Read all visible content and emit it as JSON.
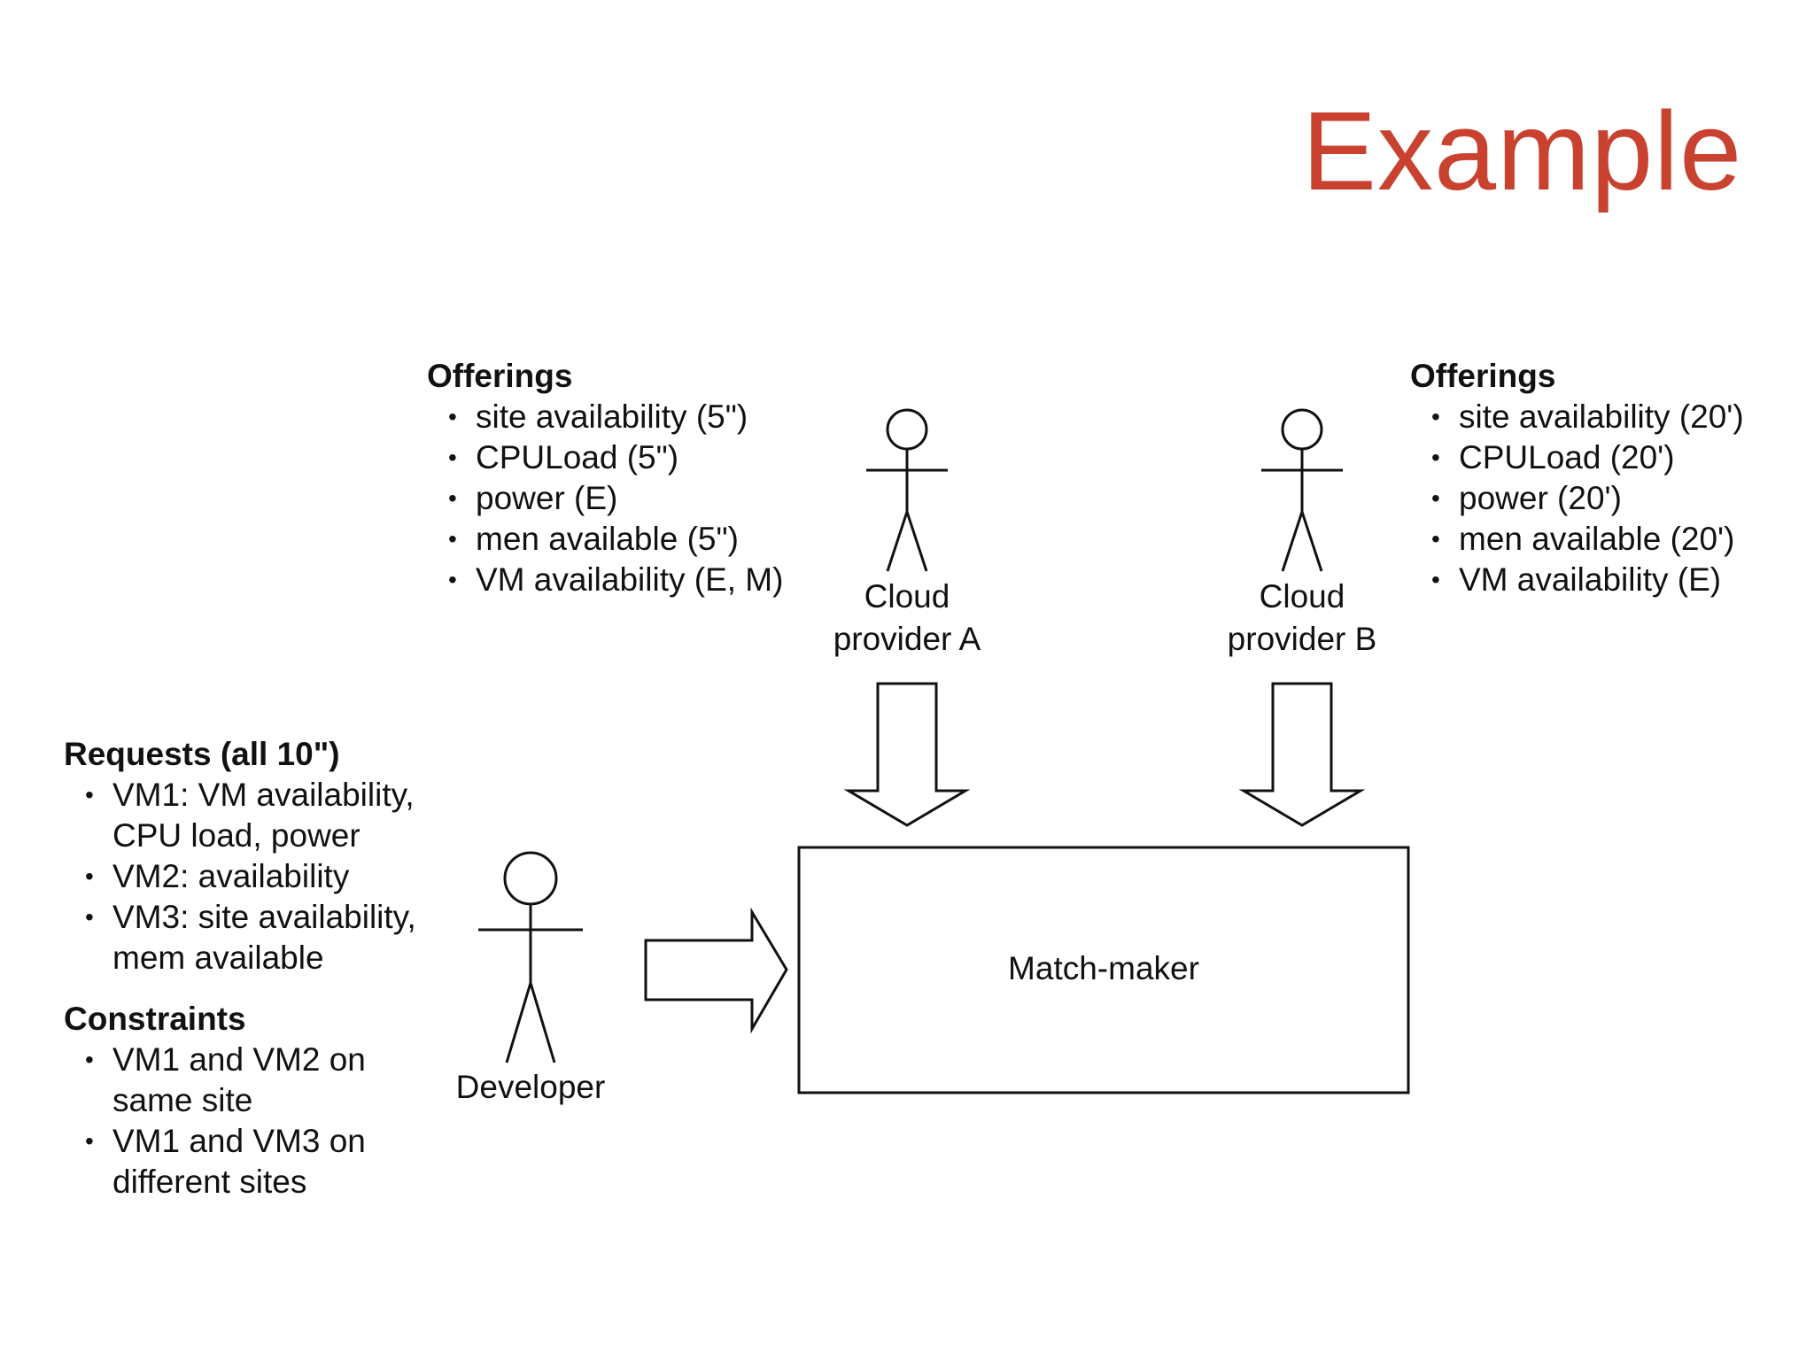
{
  "slide": {
    "title": "Example"
  },
  "offerings_a": {
    "heading": "Offerings",
    "items": [
      "site availability (5\")",
      "CPULoad (5\")",
      "power (E)",
      "men available (5\")",
      "VM availability (E, M)"
    ]
  },
  "offerings_b": {
    "heading": "Offerings",
    "items": [
      "site availability (20')",
      "CPULoad (20')",
      "power (20')",
      "men available (20')",
      "VM availability (E)"
    ]
  },
  "requests": {
    "heading": "Requests (all 10\")",
    "items": [
      "VM1: VM availability, CPU load, power",
      "VM2: availability",
      "VM3: site availability, mem available"
    ]
  },
  "constraints": {
    "heading": "Constraints",
    "items": [
      "VM1 and VM2 on same site",
      "VM1 and VM3 on different sites"
    ]
  },
  "actors": {
    "provider_a": [
      "Cloud",
      "provider A"
    ],
    "provider_b": [
      "Cloud",
      "provider B"
    ],
    "developer": "Developer"
  },
  "matchmaker": {
    "label": "Match-maker"
  }
}
